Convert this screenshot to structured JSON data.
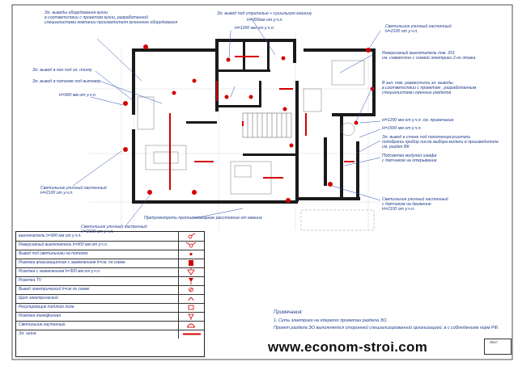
{
  "annotations": [
    {
      "id": "kitchen",
      "text": "Эл. выводы оборудования кухни\nв соответствии с проектом кухни, разработанной\nспециалистами компании производителя кухонного оборудования"
    },
    {
      "id": "stair_light",
      "text": "Эл. вывод под стрипалью + сушильную машину"
    },
    {
      "id": "h300",
      "text": "H=300мм от у.ч.п."
    },
    {
      "id": "h1200_top",
      "text": "H=1200 мм от у.ч.п."
    },
    {
      "id": "wall_lamp_tr",
      "text": "Светильник уличный настенный\nH=2100 от у.ч.п."
    },
    {
      "id": "stove",
      "text": "Эл. вывод в пол под эл. плиту"
    },
    {
      "id": "ceiling_hood",
      "text": "Эл. вывод в потолке под вытяжку"
    },
    {
      "id": "h900",
      "text": "H=900 мм от у.ч.п."
    },
    {
      "id": "rev_switch",
      "text": "Реверсивный выключатель пом. 201\nсм. совместно с схемой электрики 2-го этажа"
    },
    {
      "id": "bath",
      "text": "В зал. пом. разместить эл. выводы\nв соответствии с проектом , разработанным\nспециалистами сменных разделов"
    },
    {
      "id": "h1200_r",
      "text": "H=1200 мм от у.ч.п. см. примечание"
    },
    {
      "id": "h1500_r",
      "text": "H=1500 мм от у.ч.п."
    },
    {
      "id": "sauna",
      "text": "Эл. вывод в стене под полотенцесушитель\nподобрать прибор после выбора модели в производителе\nсм. раздел ВК"
    },
    {
      "id": "modular",
      "text": "Подсветка модулей шкафа\nс датчиком на открывание"
    },
    {
      "id": "wall_lamp_l",
      "text": "Светильник уличный настенный\nH=2100 от у.ч.п."
    },
    {
      "id": "wall_lamp_br",
      "text": "Светильник уличный настенный\nс датчиком на движение\nH=2100 от у.ч.п."
    },
    {
      "id": "fireplace",
      "text": "Предусмотреть противопожарное расстояние от камина"
    },
    {
      "id": "wall_lamp_b",
      "text": "Светильник уличный настенный\nH=2100 от у.ч.п."
    }
  ],
  "legend": [
    {
      "label": "выключатель h=900 мм от у.ч.п.",
      "icon": "switch-icon"
    },
    {
      "label": "Реверсивный выключатель h=900 мм от у.ч.п.",
      "icon": "reversible-switch-icon"
    },
    {
      "label": "Вывод под светильники на потолке",
      "icon": "ceiling-outlet-icon"
    },
    {
      "label": "Розетка влагозащитная с заземлением h=см. по схеме",
      "icon": "waterproof-socket-icon"
    },
    {
      "label": "Розетка с заземлением h=300 мм от у.ч.п.",
      "icon": "grounded-socket-icon"
    },
    {
      "label": "Розетка TV",
      "icon": "tv-socket-icon"
    },
    {
      "label": "Вывод электрический h=см по схеме",
      "icon": "electrical-outlet-icon"
    },
    {
      "label": "Щит электрический",
      "icon": "panel-icon"
    },
    {
      "label": "Регулировщик теплого пола",
      "icon": "floor-heating-regulator-icon"
    },
    {
      "label": "Розетка телефонная",
      "icon": "phone-socket-icon"
    },
    {
      "label": "Светильник настенный",
      "icon": "wall-lamp-icon"
    },
    {
      "label": "Эл. шина",
      "icon": "busbar-icon"
    }
  ],
  "notes": {
    "title": "Примечания:",
    "items": [
      "1. Сеть электрики на ядерелгх приметан раздела ЭО.",
      "Проект раздела ЭО выполняется сторонней специализированной организацией, в с соблюдением норм РФ."
    ]
  },
  "watermark": "www.econom-stroi.com",
  "stamp": "Лист",
  "colors": {
    "wall": "#1a1a1a",
    "accent": "#d40000",
    "annotation": "#1f3c8f",
    "grid": "#c8c8c8"
  }
}
